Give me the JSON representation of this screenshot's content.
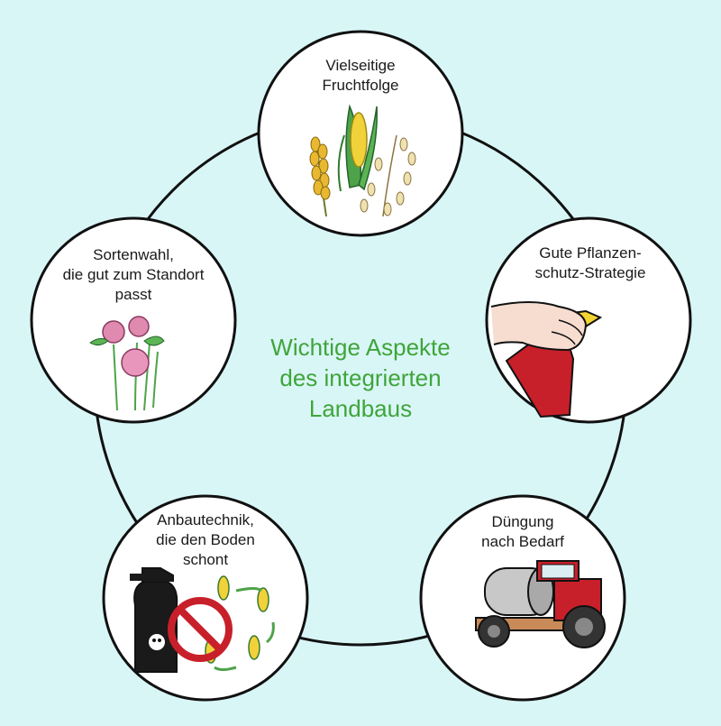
{
  "title": "Wichtige Aspekte\ndes integrierten\nLandbaus",
  "colors": {
    "background": "#d9f6f7",
    "title": "#3fa53a",
    "ring": "#111111",
    "node_fill": "#ffffff"
  },
  "nodes": [
    {
      "label": "Vielseitige\nFruchtfolge",
      "icon": "grain-crops-icon"
    },
    {
      "label": "Gute Pflanzen-\nschutz-Strategie",
      "icon": "spray-bottle-hand-icon"
    },
    {
      "label": "Düngung\nnach Bedarf",
      "icon": "fertilizer-tractor-icon"
    },
    {
      "label": "Anbautechnik,\ndie den Boden\nschont",
      "icon": "no-pesticide-crop-rotation-icon"
    },
    {
      "label": "Sortenwahl,\ndie gut zum Standort\npasst",
      "icon": "clover-flowers-icon"
    }
  ]
}
